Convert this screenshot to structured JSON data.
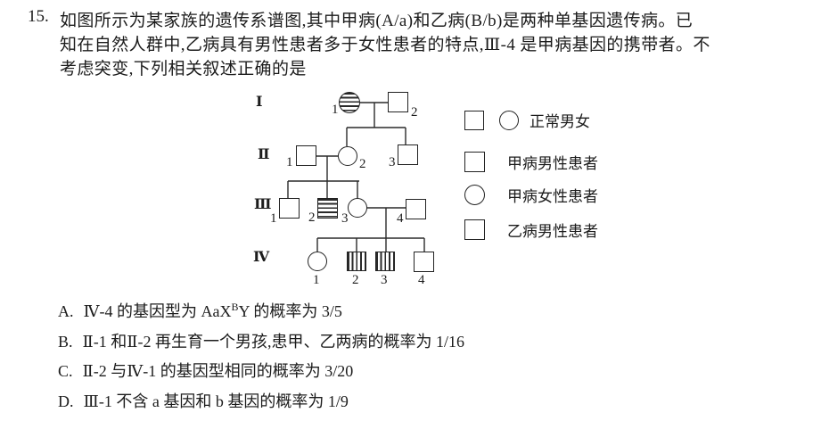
{
  "question": {
    "number": "15.",
    "lines": [
      "如图所示为某家族的遗传系谱图,其中甲病(A/a)和乙病(B/b)是两种单基因遗传病。已",
      "知在自然人群中,乙病具有男性患者多于女性患者的特点,Ⅲ-4 是甲病基因的携带者。不",
      "考虑突变,下列相关叙述正确的是"
    ]
  },
  "pedigree": {
    "generations": [
      {
        "label": "Ⅰ",
        "members": [
          "1",
          "2"
        ]
      },
      {
        "label": "Ⅱ",
        "members": [
          "1",
          "2",
          "3"
        ]
      },
      {
        "label": "Ⅲ",
        "members": [
          "1",
          "2",
          "3",
          "4"
        ]
      },
      {
        "label": "Ⅳ",
        "members": [
          "1",
          "2",
          "3",
          "4"
        ]
      }
    ]
  },
  "legend": {
    "items": [
      {
        "label": "正常男女"
      },
      {
        "label": "甲病男性患者"
      },
      {
        "label": "甲病女性患者"
      },
      {
        "label": "乙病男性患者"
      }
    ]
  },
  "options": [
    {
      "label": "A.",
      "pre": "Ⅳ-4 的基因型为 AaX",
      "sup": "B",
      "post": "Y 的概率为 3/5"
    },
    {
      "label": "B.",
      "pre": "Ⅱ-1 和Ⅱ-2 再生育一个男孩,患甲、乙两病的概率为 1/16",
      "sup": "",
      "post": ""
    },
    {
      "label": "C.",
      "pre": "Ⅱ-2 与Ⅳ-1 的基因型相同的概率为 3/20",
      "sup": "",
      "post": ""
    },
    {
      "label": "D.",
      "pre": "Ⅲ-1 不含 a 基因和 b 基因的概率为 1/9",
      "sup": "",
      "post": ""
    }
  ],
  "colors": {
    "ink": "#1c1c1c",
    "paper": "#ffffff"
  }
}
